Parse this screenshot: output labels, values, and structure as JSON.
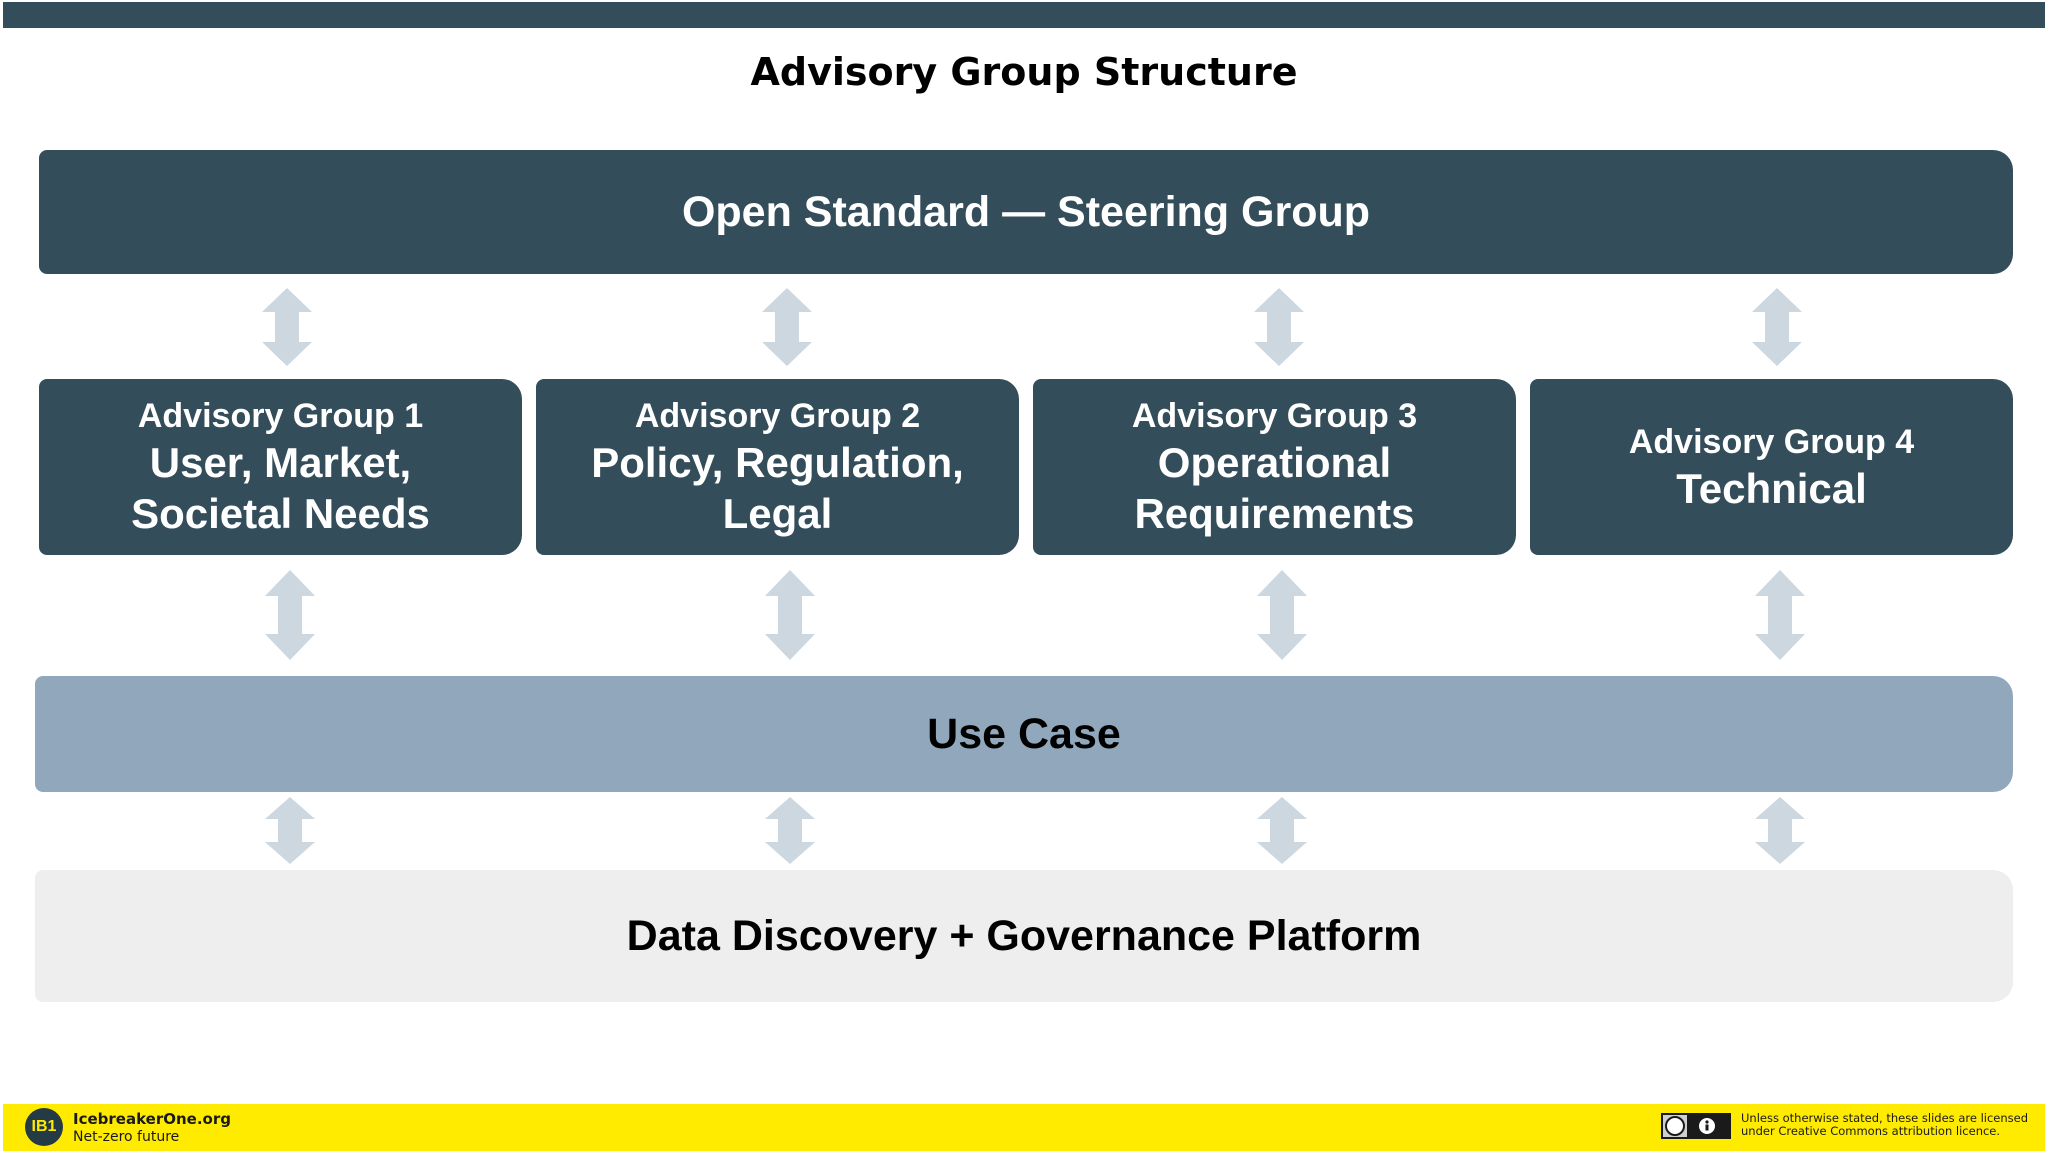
{
  "title": "Advisory Group Structure",
  "steering_group": "Open Standard — Steering Group",
  "advisory_groups": [
    {
      "number": "Advisory Group 1",
      "lines": [
        "User, Market,",
        "Societal Needs"
      ]
    },
    {
      "number": "Advisory Group 2",
      "lines": [
        "Policy, Regulation,",
        "Legal"
      ]
    },
    {
      "number": "Advisory Group 3",
      "lines": [
        "Operational",
        "Requirements"
      ]
    },
    {
      "number": "Advisory Group 4",
      "lines": [
        "Technical"
      ]
    }
  ],
  "use_case": "Use Case",
  "platform": "Data Discovery + Governance Platform",
  "footer": {
    "logo_text": "IB1",
    "org_name": "IcebreakerOne.org",
    "tagline": "Net-zero future",
    "licence_text": "Unless otherwise stated, these slides are licensed under Creative Commons attribution licence."
  },
  "colors": {
    "dark_box": "#344d5a",
    "use_case_box": "#91a8bc",
    "platform_box": "#eeeeee",
    "arrow": "#ccd7e0",
    "footer_bar": "#ffeb00"
  }
}
